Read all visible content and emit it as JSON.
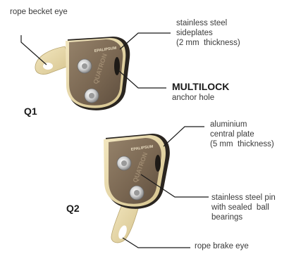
{
  "labels": {
    "becket_eye": "rope becket eye",
    "sideplates": "stainless steel\nsideplates\n(2 mm  thickness)",
    "multilock": "MULTILOCK",
    "anchor_hole": "anchor hole",
    "central_plate": "aluminium\ncentral plate\n(5 mm  thickness)",
    "steel_pin": "stainless steel pin\nwith sealed  ball\nbearings",
    "brake_eye": "rope brake eye"
  },
  "models": {
    "q1": "Q1",
    "q2": "Q2"
  },
  "engraving": {
    "brand": "EPALIPSUM",
    "product": "QUATRON"
  },
  "colors": {
    "plate_bronze": "#7d6a55",
    "plate_dark": "#5a4a3a",
    "central_plate": "#e8d9a8",
    "bearing": "#d8d8d8",
    "leader_line": "#1a1a1a"
  }
}
